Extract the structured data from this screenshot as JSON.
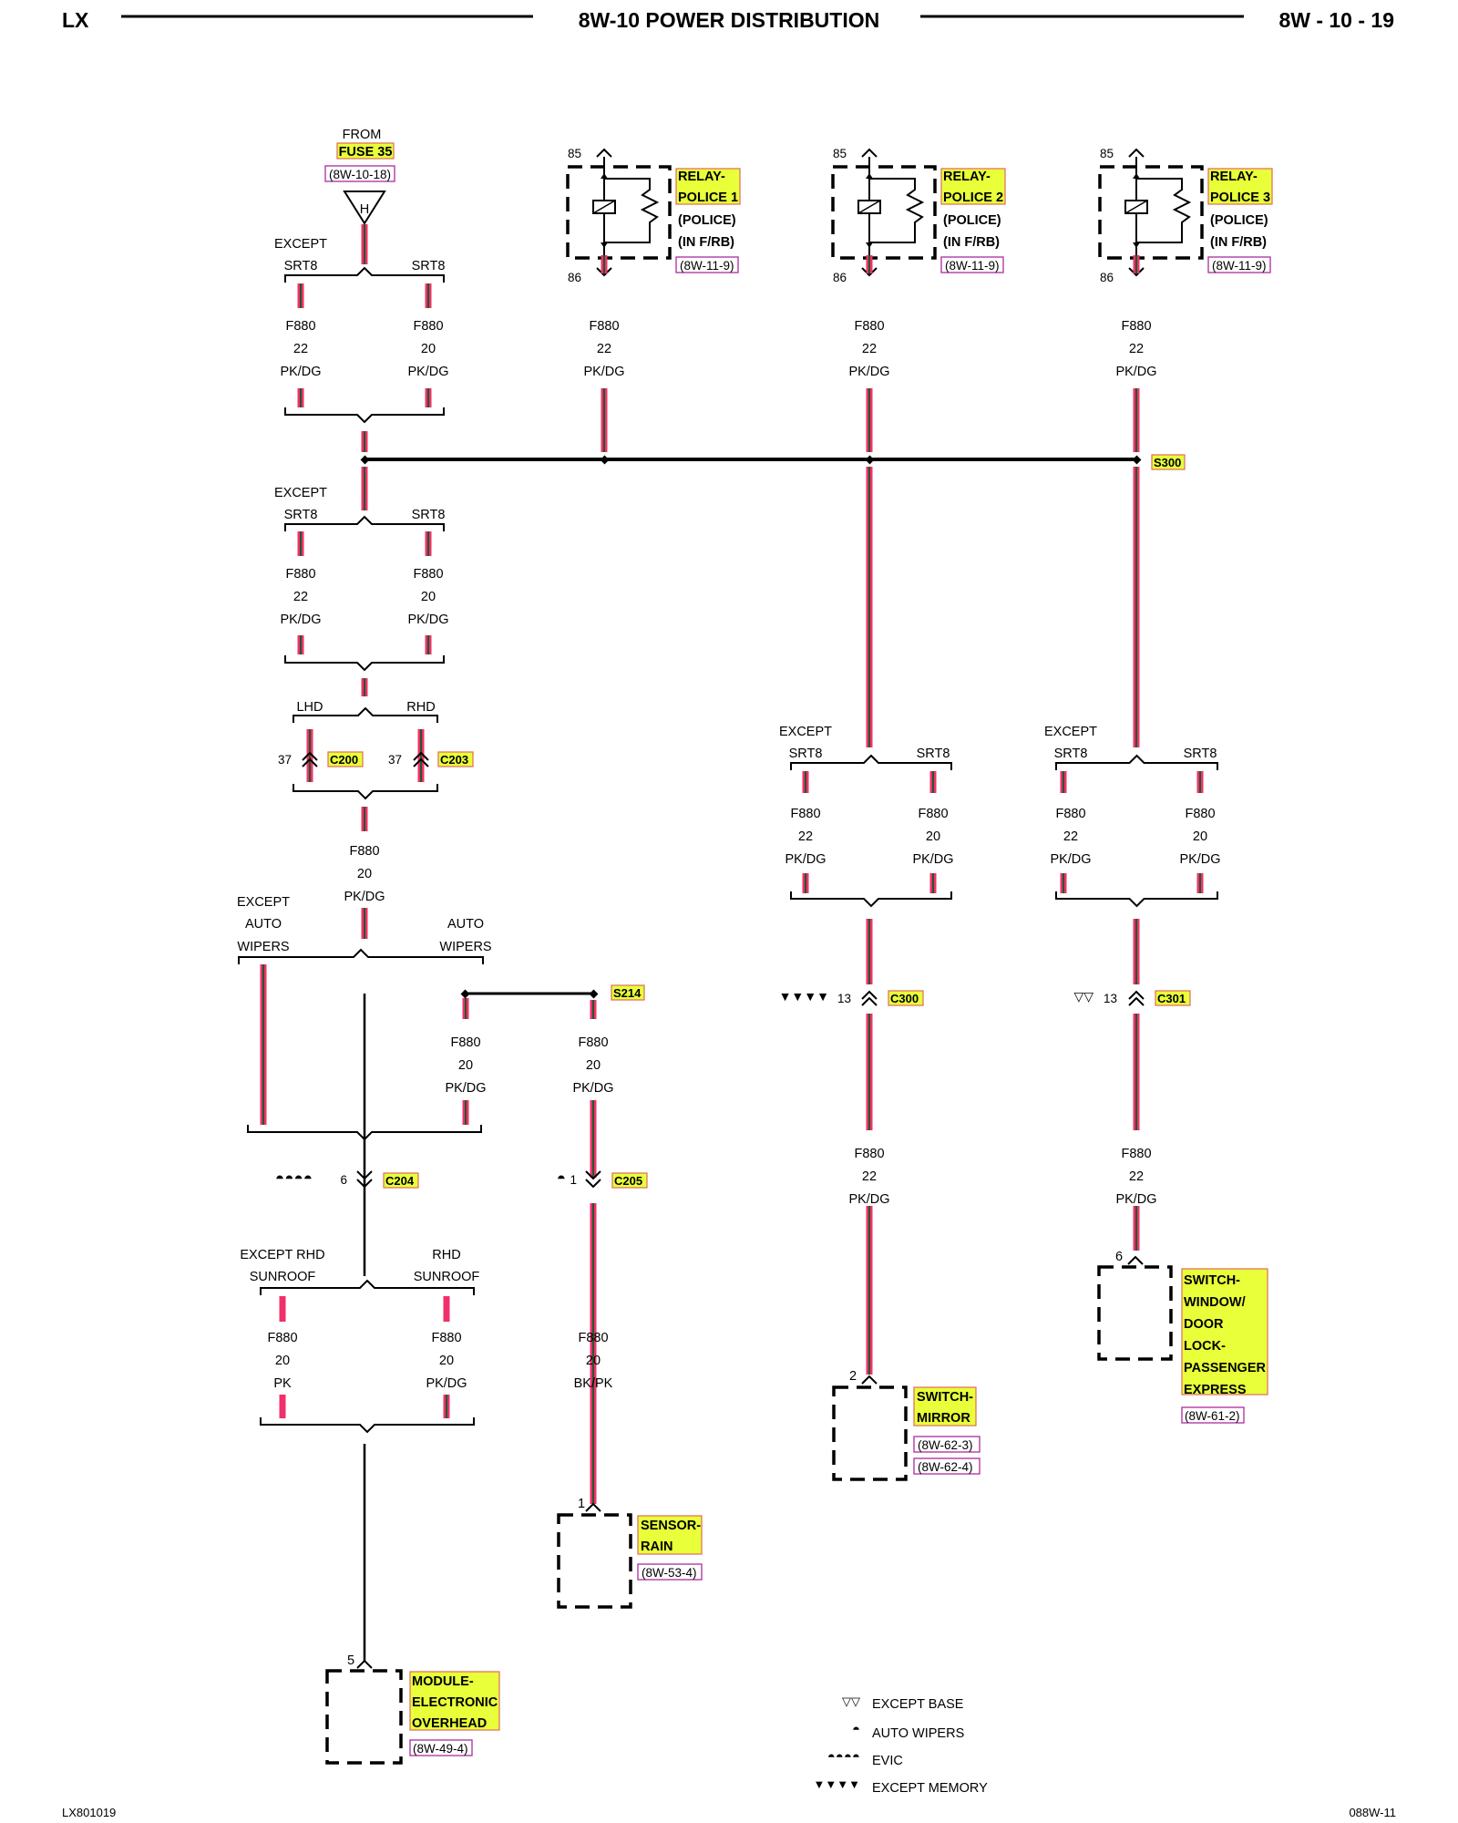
{
  "header": {
    "left": "LX",
    "title": "8W-10 POWER DISTRIBUTION",
    "right": "8W - 10 - 19"
  },
  "footer": {
    "left": "LX801019",
    "right": "088W-11"
  },
  "source": {
    "from": "FROM",
    "fuse": "FUSE 35",
    "ref": "(8W-10-18)",
    "symbol": "H"
  },
  "relays": [
    {
      "pin_top": "85",
      "pin_bottom": "86",
      "name1": "RELAY-",
      "name2": "POLICE 1",
      "note1": "(POLICE)",
      "note2": "(IN F/RB)",
      "ref": "(8W-11-9)"
    },
    {
      "pin_top": "85",
      "pin_bottom": "86",
      "name1": "RELAY-",
      "name2": "POLICE 2",
      "note1": "(POLICE)",
      "note2": "(IN F/RB)",
      "ref": "(8W-11-9)"
    },
    {
      "pin_top": "85",
      "pin_bottom": "86",
      "name1": "RELAY-",
      "name2": "POLICE 3",
      "note1": "(POLICE)",
      "note2": "(IN F/RB)",
      "ref": "(8W-11-9)"
    }
  ],
  "text": {
    "except": "EXCEPT",
    "srt8": "SRT8",
    "lhd": "LHD",
    "rhd": "RHD",
    "auto": "AUTO",
    "wipers": "WIPERS",
    "except_rhd": "EXCEPT RHD",
    "rhd2": "RHD",
    "sunroof": "SUNROOF"
  },
  "wires": {
    "circuit": "F880",
    "g22": "22",
    "g20": "20",
    "pkdg": "PK/DG",
    "pk": "PK",
    "bkpk": "BK/PK"
  },
  "splices": {
    "s300": "S300",
    "s214": "S214"
  },
  "connectors": {
    "c200": {
      "name": "C200",
      "pin": "37"
    },
    "c203": {
      "name": "C203",
      "pin": "37"
    },
    "c204": {
      "name": "C204",
      "pin": "6"
    },
    "c205": {
      "name": "C205",
      "pin": "1"
    },
    "c300": {
      "name": "C300",
      "pin": "13"
    },
    "c301": {
      "name": "C301",
      "pin": "13"
    }
  },
  "components": {
    "rain": {
      "pin": "1",
      "name1": "SENSOR-",
      "name2": "RAIN",
      "ref": "(8W-53-4)"
    },
    "mirror": {
      "pin": "2",
      "name1": "SWITCH-",
      "name2": "MIRROR",
      "ref1": "(8W-62-3)",
      "ref2": "(8W-62-4)"
    },
    "window": {
      "pin": "6",
      "lines": [
        "SWITCH-",
        "WINDOW/",
        "DOOR",
        "LOCK-",
        "PASSENGER",
        "EXPRESS"
      ],
      "ref": "(8W-61-2)"
    },
    "overhead": {
      "pin": "5",
      "name1": "MODULE-",
      "name2": "ELECTRONIC",
      "name3": "OVERHEAD",
      "ref": "(8W-49-4)"
    }
  },
  "legend": {
    "items": [
      {
        "symbol": "▽▽",
        "label": "EXCEPT BASE"
      },
      {
        "symbol": "◓",
        "label": "AUTO WIPERS"
      },
      {
        "symbol": "◓◓◓◓",
        "label": "EVIC"
      },
      {
        "symbol": "▼▼▼▼",
        "label": "EXCEPT MEMORY"
      }
    ]
  },
  "colors": {
    "wire_pink": "#f0306a",
    "wire_dg": "#1e5a2a",
    "highlight": "#e8ff3a",
    "ref_text": "#1b1b8a"
  }
}
